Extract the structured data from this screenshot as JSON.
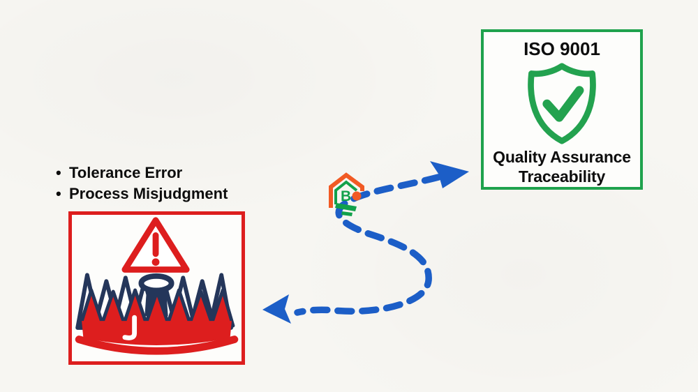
{
  "colors": {
    "red": "#dd1e1e",
    "navy": "#24365a",
    "green": "#1fa24d",
    "blue": "#1c5ec7",
    "text": "#0d0d0d",
    "logo_orange": "#f15a24",
    "logo_green": "#12a14b"
  },
  "risk_section": {
    "bullet_char": "•",
    "bullets": [
      "Tolerance Error",
      "Process Misjudgment"
    ],
    "icons": [
      "warning-triangle-icon",
      "bear-trap-icon"
    ]
  },
  "quality_section": {
    "title": "ISO 9001",
    "captions": [
      "Quality Assurance",
      "Traceability"
    ],
    "icon": "shield-check-icon"
  },
  "connector": {
    "type": "dashed-s-curve-double-arrow",
    "color": "#1c5ec7"
  },
  "watermark": {
    "name": "brand-logo"
  }
}
